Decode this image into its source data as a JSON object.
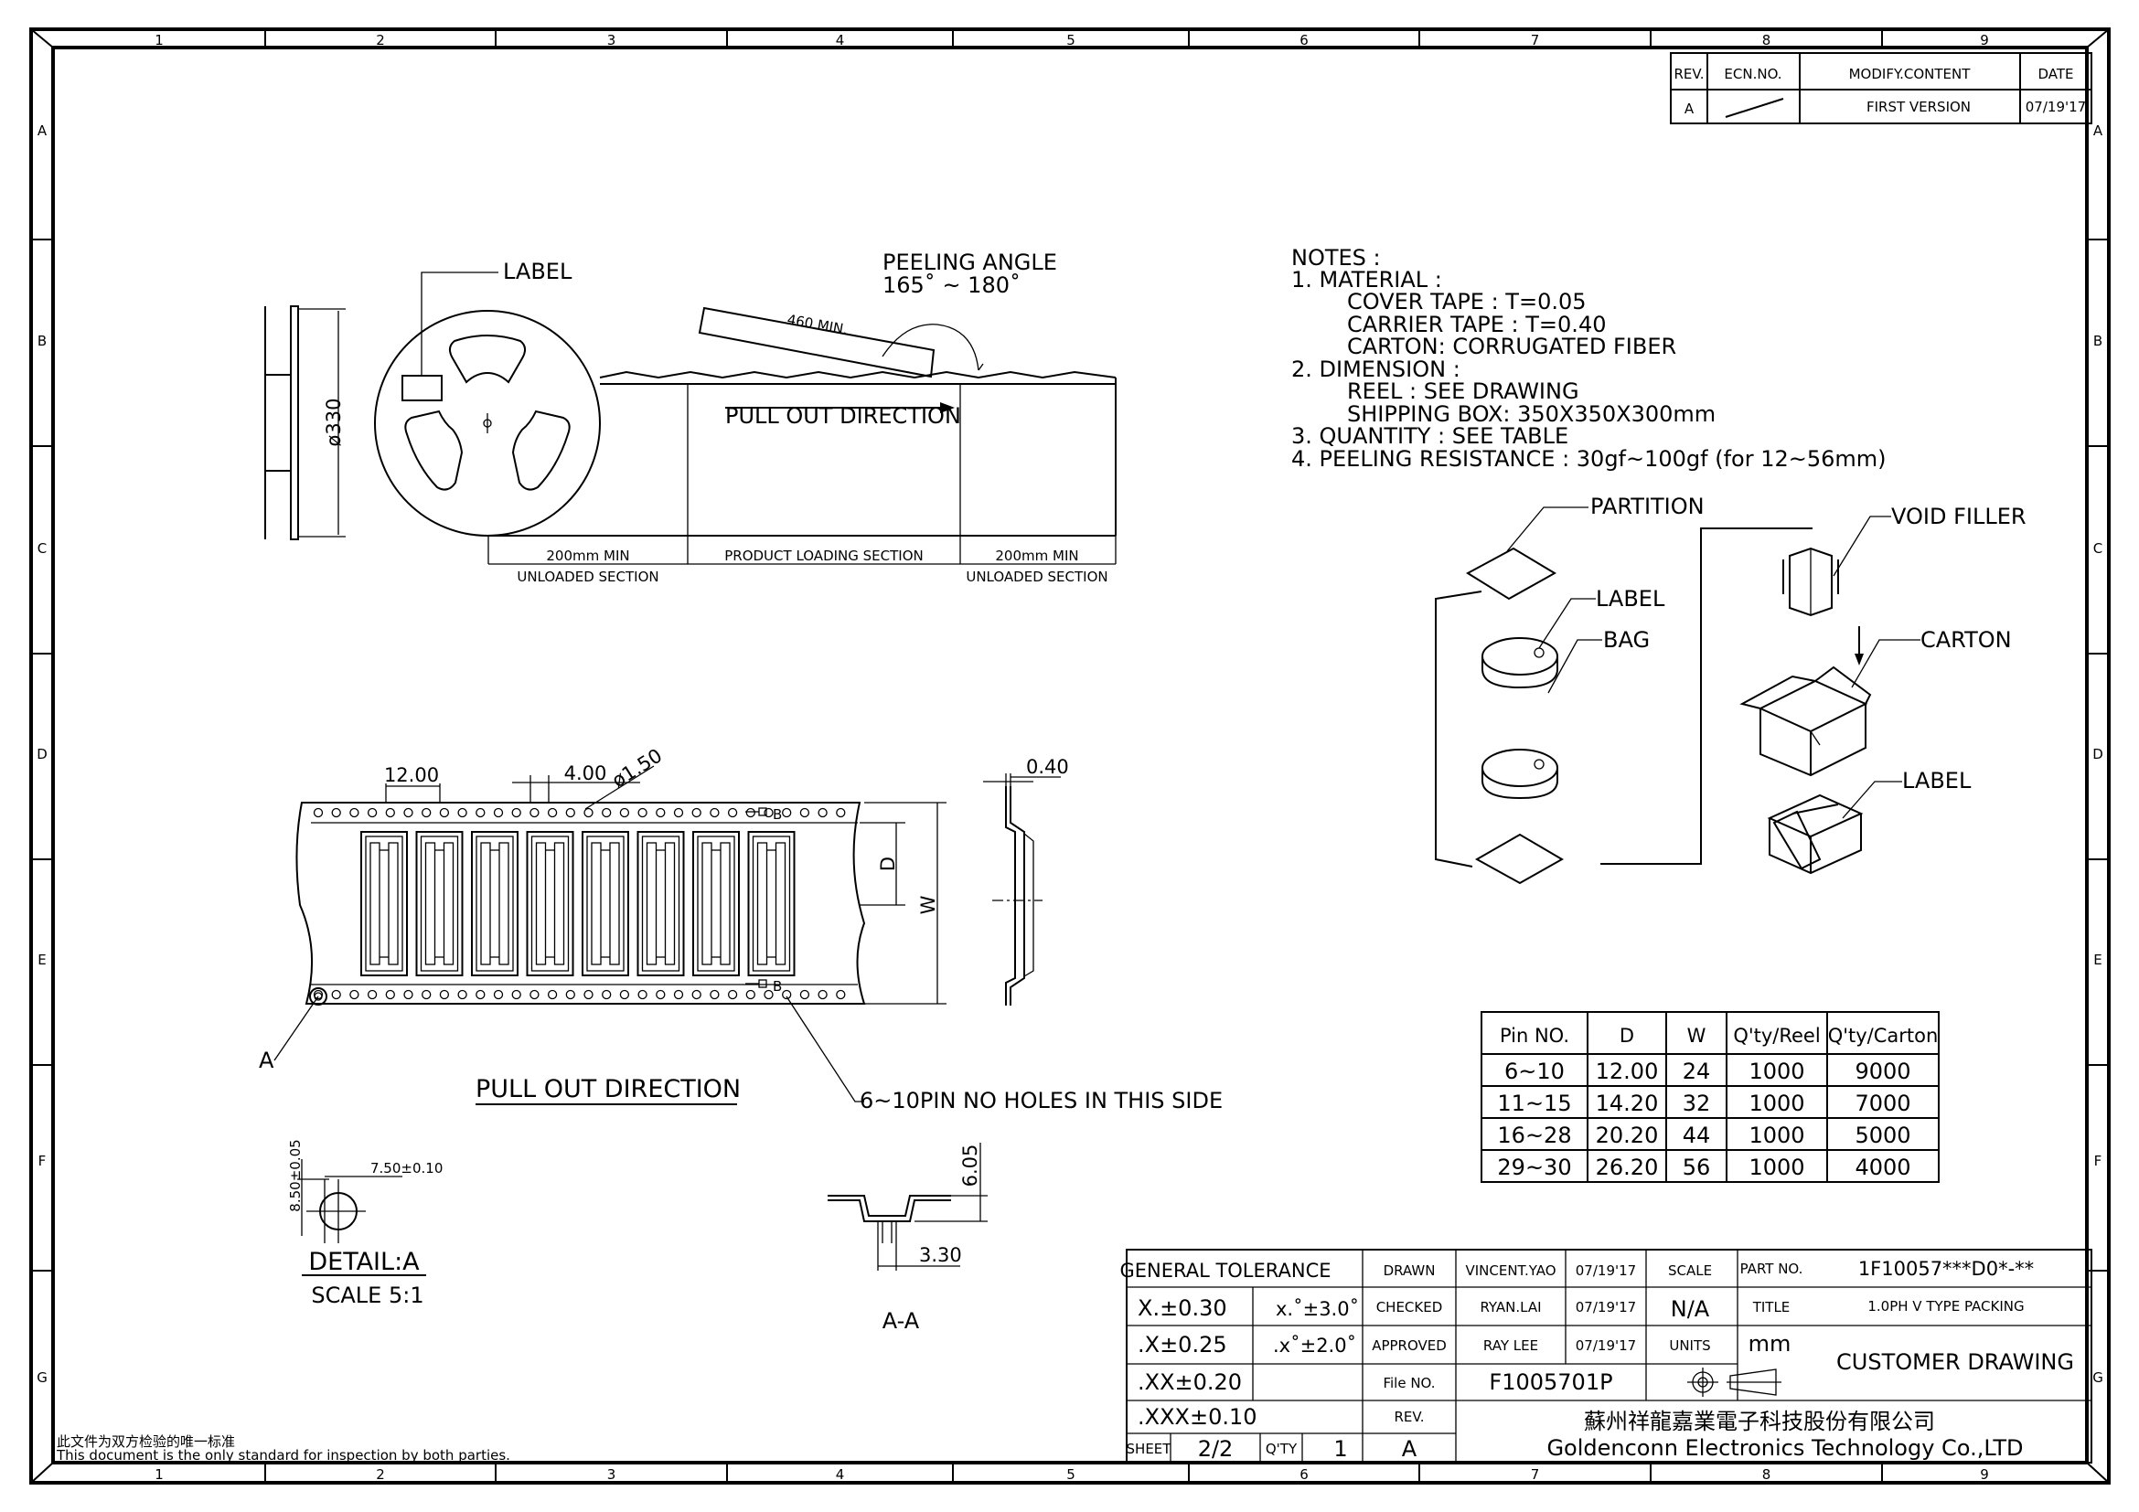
{
  "frame": {
    "columns": [
      "1",
      "2",
      "3",
      "4",
      "5",
      "6",
      "7",
      "8",
      "9"
    ],
    "rows": [
      "A",
      "B",
      "C",
      "D",
      "E",
      "F",
      "G"
    ]
  },
  "revision": {
    "headers": [
      "REV.",
      "ECN.NO.",
      "MODIFY.CONTENT",
      "DATE"
    ],
    "row": {
      "rev": "A",
      "modify": "FIRST VERSION",
      "date": "07/19'17"
    }
  },
  "reel_view": {
    "label": "LABEL",
    "diameter": "ø330",
    "peeling_title": "PEELING  ANGLE",
    "peeling_range": "165˚  ~  180˚",
    "tape_tag": "460 MIN.",
    "pull_out": "PULL  OUT  DIRECTION",
    "sec1_dim": "200mm  MIN",
    "sec1_name": "UNLOADED  SECTION",
    "sec2_name": "PRODUCT  LOADING  SECTION",
    "sec3_dim": "200mm  MIN",
    "sec3_name": "UNLOADED  SECTION"
  },
  "notes": {
    "title": "NOTES :",
    "lines": [
      "1.  MATERIAL  :",
      "COVER  TAPE  :    T=0.05",
      "CARRIER  TAPE  :  T=0.40",
      "CARTON:  CORRUGATED  FIBER",
      "2.  DIMENSION  :",
      "REEL  :  SEE  DRAWING",
      "SHIPPING  BOX:  350X350X300mm",
      "3.  QUANTITY  :  SEE  TABLE",
      "4.  PEELING  RESISTANCE  :  30gf~100gf  (for  12~56mm)"
    ]
  },
  "packing": {
    "partition": "PARTITION",
    "label_top": "LABEL",
    "bag": "BAG",
    "void_filler": "VOID  FILLER",
    "carton": "CARTON",
    "label_carton": "LABEL"
  },
  "tape_view": {
    "pitch": "12.00",
    "hole_pitch": "4.00",
    "hole_dia": "ø1.50",
    "thickness": "0.40",
    "dim_d": "D",
    "dim_w": "W",
    "section_marker": "B",
    "point_a": "A",
    "pull_out": "PULL  OUT  DIRECTION",
    "no_holes": "6~10PIN  NO  HOLES  IN  THIS  SIDE"
  },
  "detail_a": {
    "dim_v": "8.50±0.05",
    "dim_h": "7.50±0.10",
    "title": "DETAIL:A",
    "scale": "SCALE  5:1"
  },
  "section_aa": {
    "height": "6.05",
    "width": "3.30",
    "title": "A-A"
  },
  "qty_table": {
    "headers": [
      "Pin  NO.",
      "D",
      "W",
      "Q'ty/Reel",
      "Q'ty/Carton"
    ],
    "rows": [
      [
        "6~10",
        "12.00",
        "24",
        "1000",
        "9000"
      ],
      [
        "11~15",
        "14.20",
        "32",
        "1000",
        "7000"
      ],
      [
        "16~28",
        "20.20",
        "44",
        "1000",
        "5000"
      ],
      [
        "29~30",
        "26.20",
        "56",
        "1000",
        "4000"
      ]
    ]
  },
  "title_block": {
    "general_tolerance": "GENERAL  TOLERANCE",
    "tol_x": "X.±0.30",
    "ang_1": "x.˚±3.0˚",
    "tol_x1": ".X±0.25",
    "ang_2": ".x˚±2.0˚",
    "tol_x2": ".XX±0.20",
    "tol_x3": ".XXX±0.10",
    "drawn": "DRAWN",
    "drawn_by": "VINCENT.YAO",
    "drawn_date": "07/19'17",
    "checked": "CHECKED",
    "checked_by": "RYAN.LAI",
    "checked_date": "07/19'17",
    "approved": "APPROVED",
    "approved_by": "RAY  LEE",
    "approved_date": "07/19'17",
    "file_no_label": "File  NO.",
    "file_no": "F1005701P",
    "rev_label": "REV.",
    "rev": "A",
    "sheet_label": "SHEET",
    "sheet": "2/2",
    "qty_label": "Q'TY",
    "qty": "1",
    "scale_label": "SCALE",
    "scale": "N/A",
    "units_label": "UNITS",
    "units": "mm",
    "part_no_label": "PART  NO.",
    "part_no": "1F10057***D0*-**",
    "title_label": "TITLE",
    "title": "1.0PH  V  TYPE  PACKING",
    "customer": "CUSTOMER  DRAWING",
    "company_cn": "蘇州祥龍嘉業電子科技股份有限公司",
    "company_en": "Goldenconn  Electronics  Technology  Co.,LTD"
  },
  "footer": {
    "cn": "此文件为双方检验的唯一标准",
    "en": "This  document  is  the  only  standard  for  inspection  by  both  parties."
  }
}
